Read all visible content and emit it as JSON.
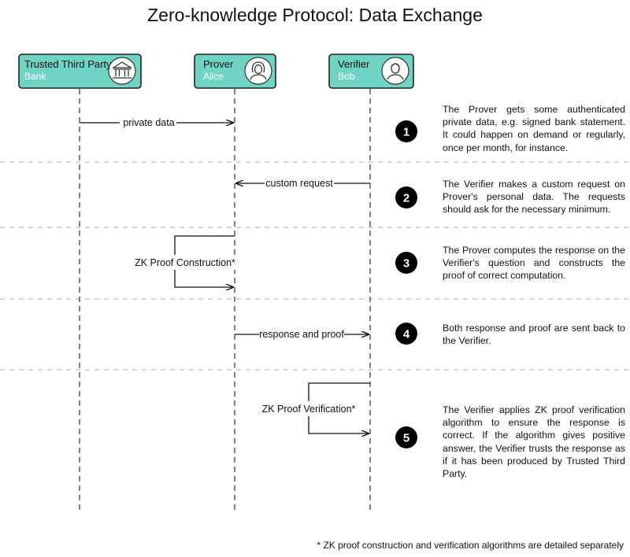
{
  "title": "Zero-knowledge Protocol: Data Exchange",
  "actors": [
    {
      "name": "Trusted Third Party",
      "sub": "Bank",
      "icon": "bank-icon"
    },
    {
      "name": "Prover",
      "sub": "Alice",
      "icon": "person-icon"
    },
    {
      "name": "Verifier",
      "sub": "Bob",
      "icon": "person-icon"
    }
  ],
  "messages": [
    {
      "label": "private data"
    },
    {
      "label": "custom request"
    },
    {
      "label": "ZK Proof Construction*"
    },
    {
      "label": "response and proof"
    },
    {
      "label": "ZK Proof Verification*"
    }
  ],
  "steps": [
    {
      "number": "1",
      "text": "The Prover gets some authenticated private data, e.g. signed bank statement. It could happen on demand or regularly, once per month, for instance."
    },
    {
      "number": "2",
      "text": "The Verifier makes a custom request on Prover's personal data. The requests should ask for the necessary minimum."
    },
    {
      "number": "3",
      "text": "The Prover computes the response on the Verifier's question and constructs the proof of correct computation."
    },
    {
      "number": "4",
      "text": "Both response and proof are sent back to the Verifier."
    },
    {
      "number": "5",
      "text": "The Verifier applies ZK proof verification algorithm to ensure the response is correct. If the algorithm gives positive answer, the Verifier trusts the response as if it has been produced by Trusted Third Party."
    }
  ],
  "footnote": "* ZK proof construction and verification algorithms are detailed separately",
  "colors": {
    "actor_fill": "#6fd4c4",
    "separator": "#c8c8c8",
    "step_circle": "#000000"
  }
}
